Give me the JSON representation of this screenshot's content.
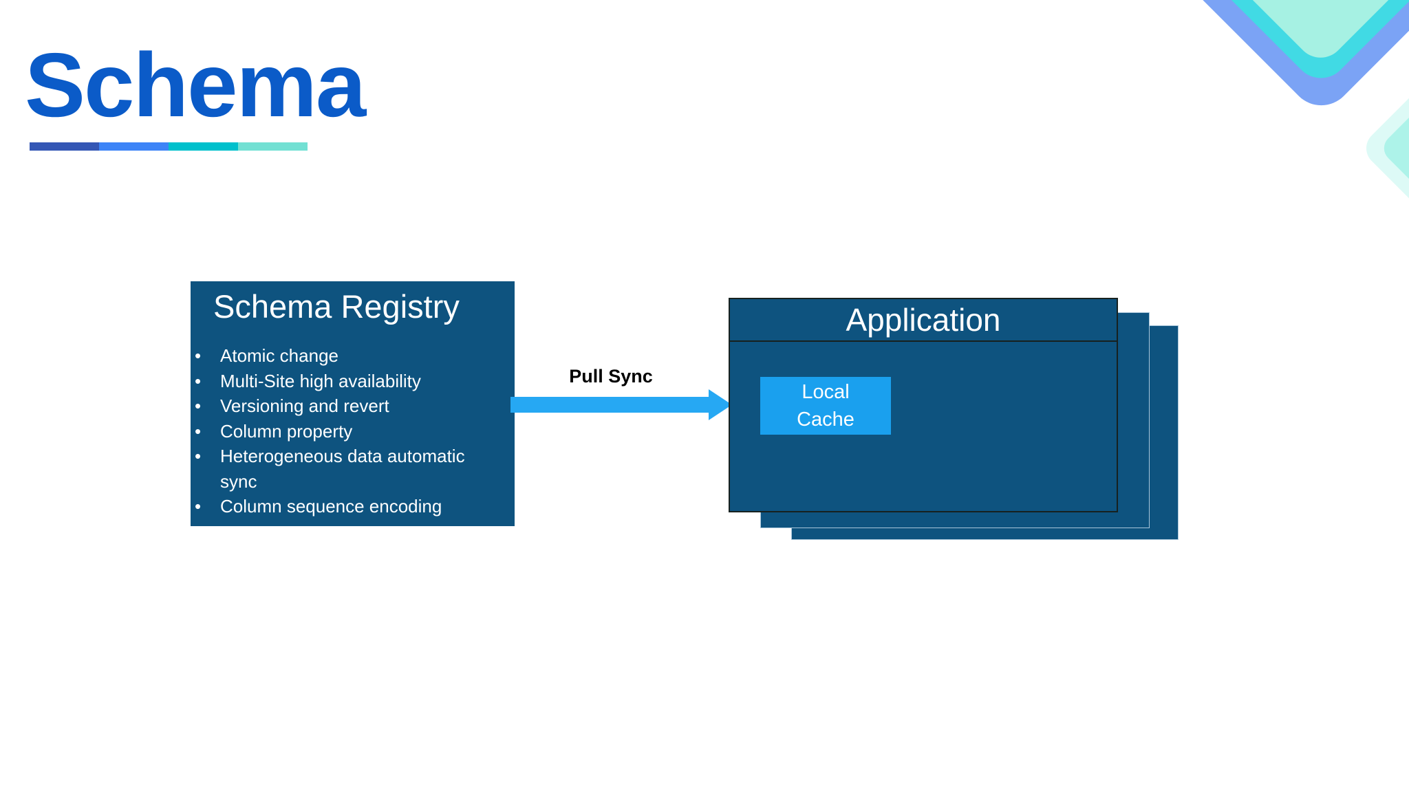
{
  "header": {
    "title": "Schema",
    "title_color": "#0b5bc8",
    "accent_bar_colors": [
      "#3457b5",
      "#3d84f7",
      "#00c0cc",
      "#72e0d3"
    ]
  },
  "decor": {
    "big_diamond_outer": "#7ba3f5",
    "big_diamond_mid": "#41dae4",
    "big_diamond_inner": "#a6f1e3",
    "small_diamond_outer": "#ddfaf6",
    "small_diamond_inner": "#adf3e9"
  },
  "diagram": {
    "registry": {
      "title": "Schema Registry",
      "fill": "#0e537f",
      "bullets": [
        "Atomic change",
        "Multi-Site high availability",
        "Versioning and revert",
        "Column property",
        "Heterogeneous data automatic sync",
        "Column sequence encoding"
      ]
    },
    "arrow": {
      "label": "Pull Sync",
      "color": "#26a8f3"
    },
    "application": {
      "title": "Application",
      "fill": "#0e537f",
      "cache": {
        "fill": "#1aa0ee",
        "lines": [
          "Local",
          "Cache"
        ]
      }
    }
  }
}
